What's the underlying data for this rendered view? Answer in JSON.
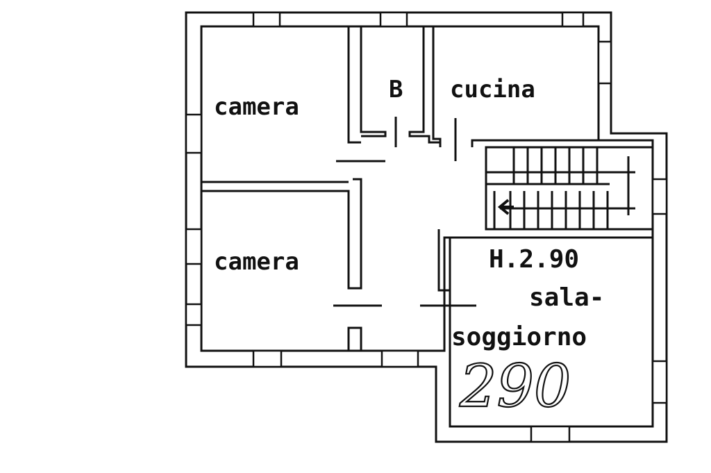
{
  "rooms": {
    "camera_top": "camera",
    "bath": "B",
    "kitchen": "cucina",
    "camera_bottom": "camera",
    "living_height": "H.2.90",
    "living_line1": "sala-",
    "living_line2": "soggiorno"
  },
  "handwritten_note": "290",
  "colors": {
    "ink": "#111111",
    "paper": "#ffffff"
  }
}
